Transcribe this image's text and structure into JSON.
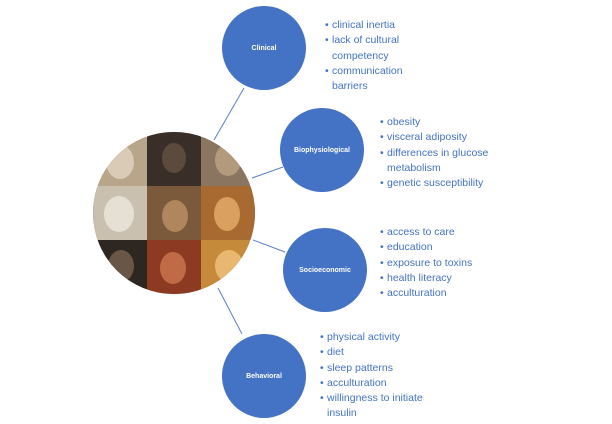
{
  "categories": [
    {
      "label": "Clinical",
      "items": [
        "clinical inertia",
        "lack of cultural competency",
        "communication barriers"
      ]
    },
    {
      "label": "Biophysiological",
      "items": [
        "obesity",
        "visceral adiposity",
        "differences in glucose metabolism",
        "genetic susceptibility"
      ]
    },
    {
      "label": "Socioeconomic",
      "items": [
        "access to care",
        "education",
        "exposure to toxins",
        "health literacy",
        "acculturation"
      ]
    },
    {
      "label": "Behavioral",
      "items": [
        "physical activity",
        "diet",
        "sleep patterns",
        "acculturation",
        "willingness to initiate insulin"
      ]
    }
  ],
  "colors": {
    "node_fill": "#4472c4",
    "bullet_text": "#4472c4",
    "connector": "#5b7fc7"
  }
}
